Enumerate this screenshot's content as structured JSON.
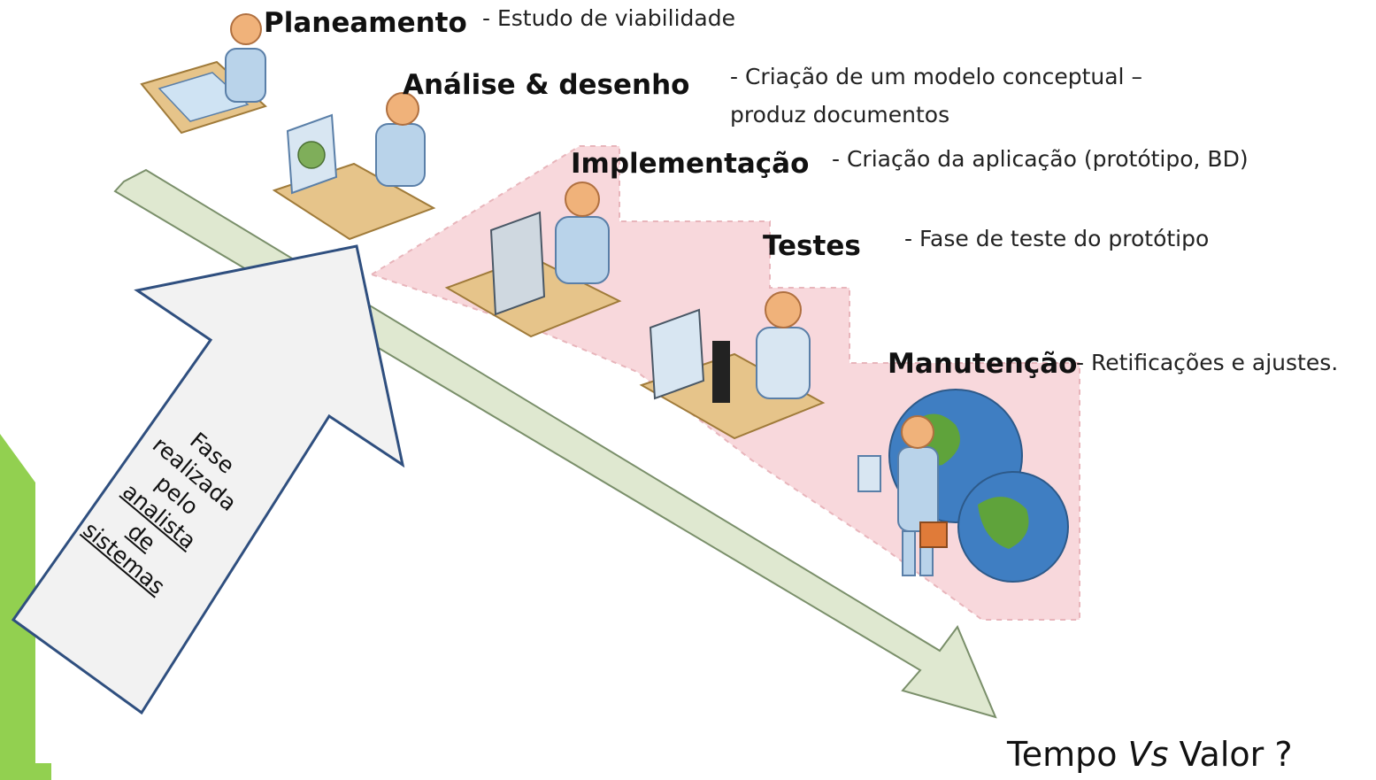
{
  "phases": [
    {
      "title": "Planeamento",
      "desc": [
        "- Estudo de viabilidade"
      ]
    },
    {
      "title": "Análise & desenho",
      "desc": [
        "- Criação de um modelo conceptual –",
        "produz documentos"
      ]
    },
    {
      "title": "Implementação",
      "desc": [
        "- Criação da aplicação (protótipo, BD)"
      ]
    },
    {
      "title": "Testes",
      "desc": [
        "- Fase de teste do protótipo"
      ]
    },
    {
      "title": "Manutenção",
      "desc": [
        "- Retificações e ajustes."
      ]
    }
  ],
  "analyst_arrow": {
    "lines": [
      "Fase",
      "realizada",
      "pelo",
      "analista",
      "de",
      "sistemas"
    ]
  },
  "time_axis": {
    "word1": "Tempo",
    "word2": "Vs",
    "word3": "Valor ?"
  },
  "colors": {
    "green_bar": "#92d050",
    "pink_area": "#f8d8dc",
    "axis_arrow_fill": "#dfe8d0",
    "analyst_arrow_fill": "#f2f2f2",
    "analyst_arrow_stroke": "#2f4f7f"
  }
}
